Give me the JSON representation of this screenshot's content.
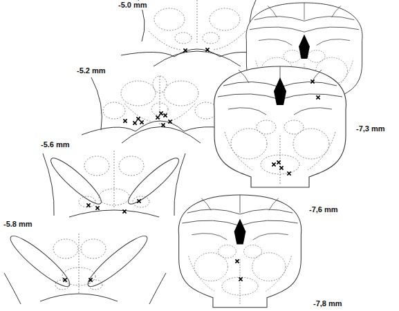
{
  "diagram": {
    "labels": [
      "-5.0 mm",
      "-5.2 mm",
      "-5.6 mm",
      "-5.8 mm",
      "-7,3 mm",
      "-7,6 mm",
      "-7,8 mm"
    ]
  }
}
